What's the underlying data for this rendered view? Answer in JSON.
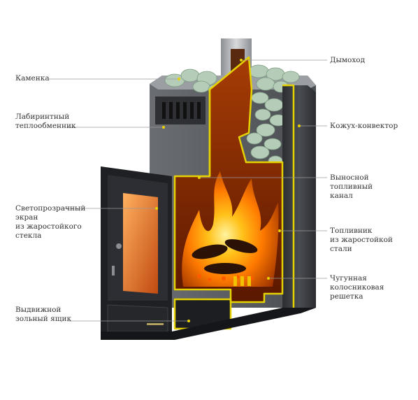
{
  "labels": {
    "kamenka": "Каменка",
    "labyrinth": [
      "Лабиринтный",
      "теплообменник"
    ],
    "glass": [
      "Светопрозрачный",
      "экран",
      "из жаростойкого",
      "стекла"
    ],
    "ashbox": [
      "Выдвижной",
      "зольный ящик"
    ],
    "chimney": "Дымоход",
    "convector": "Кожух-конвектор",
    "channel": [
      "Выносной",
      "топливный",
      "канал"
    ],
    "firebox": [
      "Топливник",
      "из жаростойкой",
      "стали"
    ],
    "grate": [
      "Чугунная",
      "колосниковая",
      "решетка"
    ]
  },
  "colors": {
    "outline": "#e6d200",
    "leader": "#9a9a9a",
    "steel": "#3a3c40",
    "fire": "#ff8a00",
    "stone": "#b5cdb8"
  }
}
